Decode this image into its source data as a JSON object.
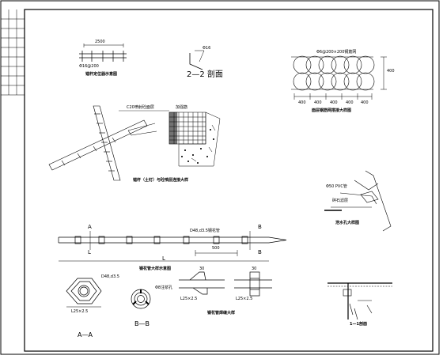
{
  "sheet": {
    "titles": {
      "anchor_locator": "锚杆定位器示意图",
      "section_22": "2—2 剖面",
      "mesh_detail": "面层钢筋网搭接大样图",
      "anchor_connection": "锚杆（土钉）与砼喷层连接大样",
      "drain_hole": "泄水孔大样图",
      "grout_pipe": "钢花管大样示意图",
      "weld_detail": "钢花管焊缝大样",
      "section_aa": "A—A",
      "section_bb": "B—B",
      "corner_detail": "1—1剖面"
    },
    "dims": {
      "d2500": "2500",
      "d400a": "400",
      "d400b": "400",
      "d400c": "400",
      "d400d": "400",
      "d400e": "400",
      "d400v": "400",
      "d500": "500",
      "d30a": "30",
      "d30b": "30"
    },
    "callouts": {
      "mesh_spec": "Φ6@200×200钢筋网",
      "locator_rebar": "Φ16@200",
      "section_rebar": "Φ16",
      "shotcrete": "C20喷射砼面层",
      "strong_rebar": "加强筋",
      "pipe_spec": "D48,d3.5钢花管",
      "pipe_spec_b": "D48,d3.5",
      "angle_a": "L25×2.5",
      "angle_b": "L25×2.5",
      "angle_c": "L25×2.5",
      "hole_spec": "Φ8注浆孔",
      "drain_pipe": "Φ50 PVC管",
      "filter": "碎石滤层"
    },
    "markers": {
      "a_left": "A",
      "b_left": "B",
      "l_left": "L",
      "l_mid": "L",
      "b_right": "B"
    }
  }
}
